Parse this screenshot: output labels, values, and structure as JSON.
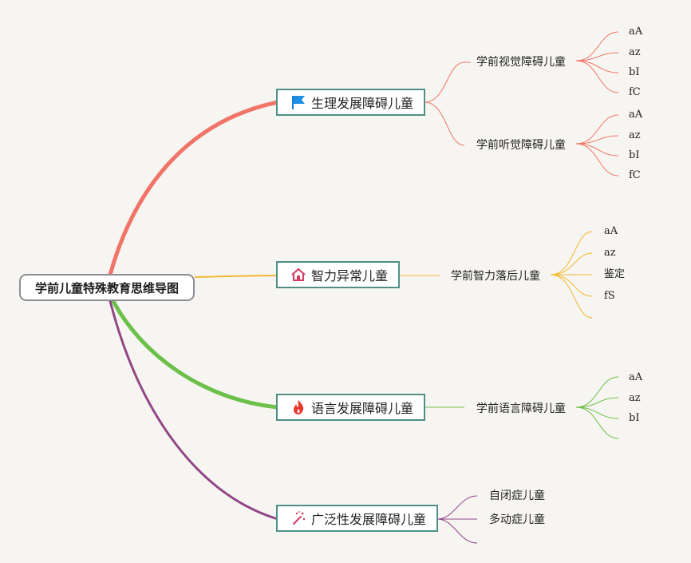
{
  "root": {
    "label": "学前儿童特殊教育思维导图"
  },
  "branches": [
    {
      "label": "生理发展障碍儿童",
      "icon": "flag-icon",
      "color": "#f07467",
      "children": [
        {
          "label": "学前视觉障碍儿童",
          "leaves": [
            "aA",
            "az",
            "bI",
            "fC"
          ]
        },
        {
          "label": "学前听觉障碍儿童",
          "leaves": [
            "aA",
            "az",
            "bI",
            "fC"
          ]
        }
      ]
    },
    {
      "label": "智力异常儿童",
      "icon": "house-icon",
      "color": "#f3b82e",
      "children": [
        {
          "label": "学前智力落后儿童",
          "leaves": [
            "aA",
            "az",
            "鉴定",
            "fS",
            ""
          ]
        }
      ]
    },
    {
      "label": "语言发展障碍儿童",
      "icon": "fire-icon",
      "color": "#6cc04a",
      "children": [
        {
          "label": "学前语言障碍儿童",
          "leaves": [
            "aA",
            "az",
            "bI",
            ""
          ]
        }
      ]
    },
    {
      "label": "广泛性发展障碍儿童",
      "icon": "magic-wand-icon",
      "color": "#914786",
      "children": [
        {
          "label": "自闭症儿童",
          "leaves": []
        },
        {
          "label": "多动症儿童",
          "leaves": []
        },
        {
          "label": "",
          "leaves": []
        }
      ]
    }
  ]
}
